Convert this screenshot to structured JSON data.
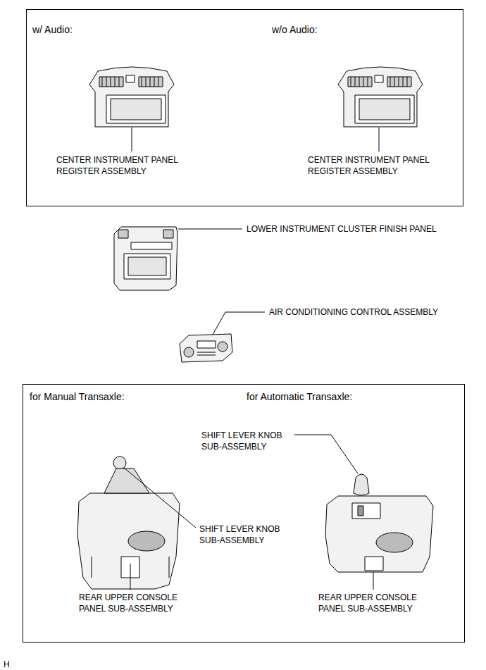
{
  "diagram": {
    "nodes": [
      {
        "text": [
          "w/ Audio:",
          "w/o Audio:"
        ]
      },
      {
        "text": [
          "for Manual Transaxle:",
          "for Automatic Transaxle:"
        ]
      }
    ],
    "labels": [
      "CENTER INSTRUMENT PANEL REGISTER ASSEMBLY",
      "CENTER INSTRUMENT PANEL REGISTER ASSEMBLY",
      "LOWER INSTRUMENT CLUSTER FINISH PANEL",
      "AIR CONDITIONING CONTROL ASSEMBLY",
      "SHIFT LEVER KNOB SUB-ASSEMBLY",
      "SHIFT LEVER KNOB SUB-ASSEMBLY",
      "REAR UPPER CONSOLE PANEL SUB-ASSEMBLY",
      "REAR UPPER CONSOLE PANEL SUB-ASSEMBLY",
      "H"
    ]
  }
}
